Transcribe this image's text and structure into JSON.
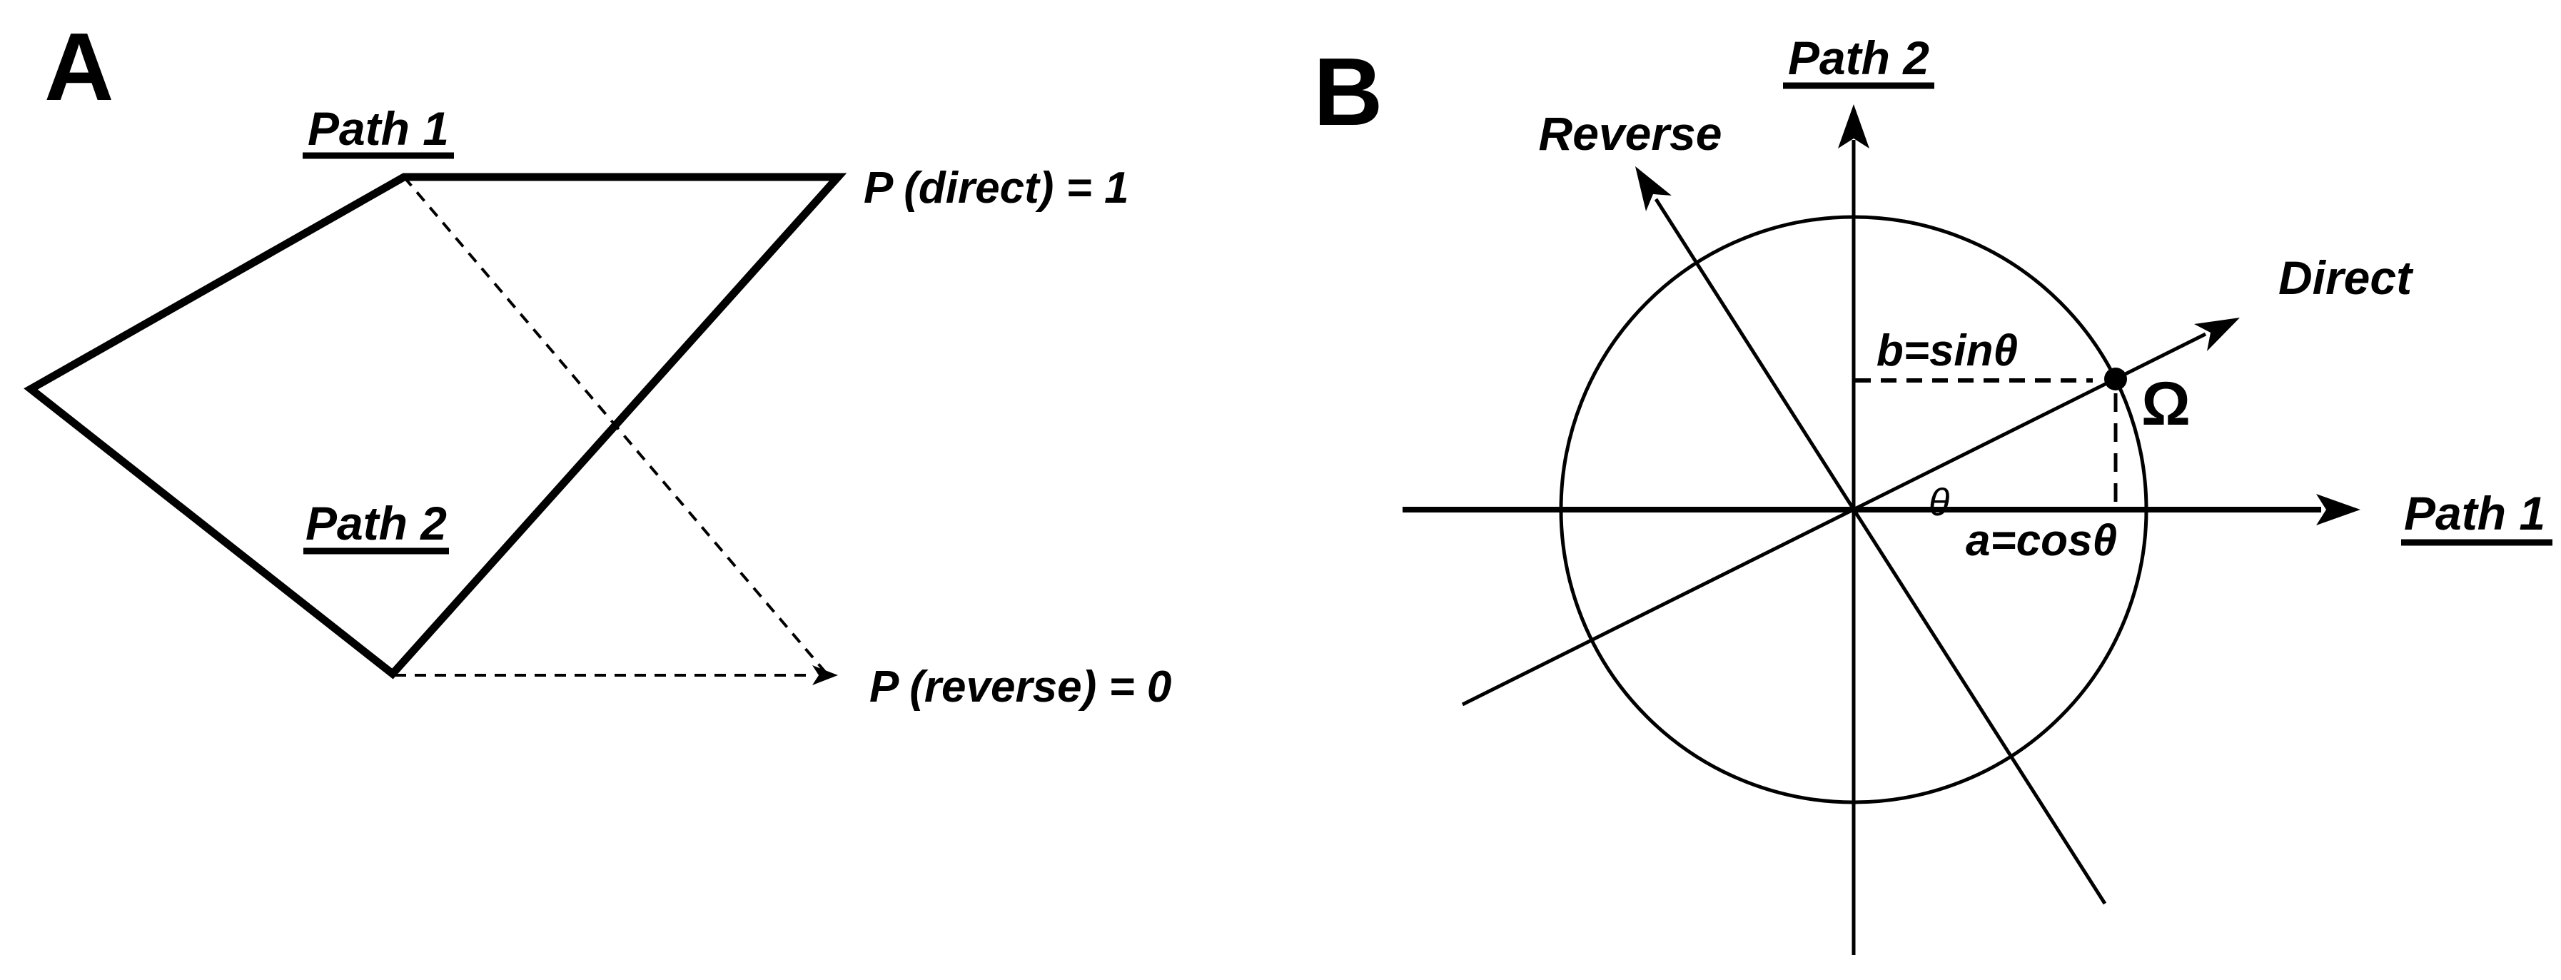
{
  "figure": {
    "panel_a": {
      "tag": "A",
      "path1_label": "Path 1",
      "path2_label": "Path 2",
      "p_direct": "P (direct) = 1",
      "p_reverse": "P (reverse) = 0"
    },
    "panel_b": {
      "tag": "B",
      "vertical_axis_label": "Path 2",
      "horizontal_axis_label": "Path 1",
      "direct_label": "Direct",
      "reverse_label": "Reverse",
      "sin_equation": "b=sinθ",
      "cos_equation": "a=cosθ",
      "angle_label": "θ",
      "point_label": "Ω"
    },
    "colors": {
      "ink": "#000000",
      "background": "#ffffff"
    }
  }
}
